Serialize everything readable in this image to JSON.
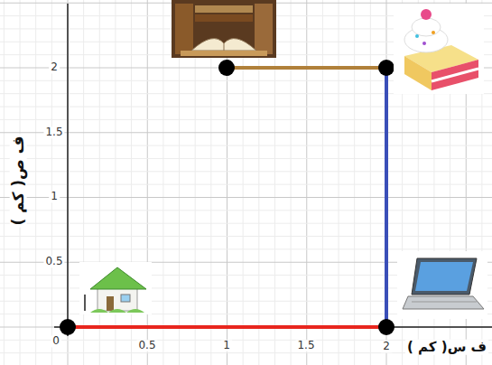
{
  "diagram": {
    "labels": [
      "0",
      "0.5",
      "1",
      "1.5",
      "2",
      "0.5",
      "1",
      "1.5",
      "2",
      "ف س( كم )",
      "ف ص( كم )"
    ]
  }
}
